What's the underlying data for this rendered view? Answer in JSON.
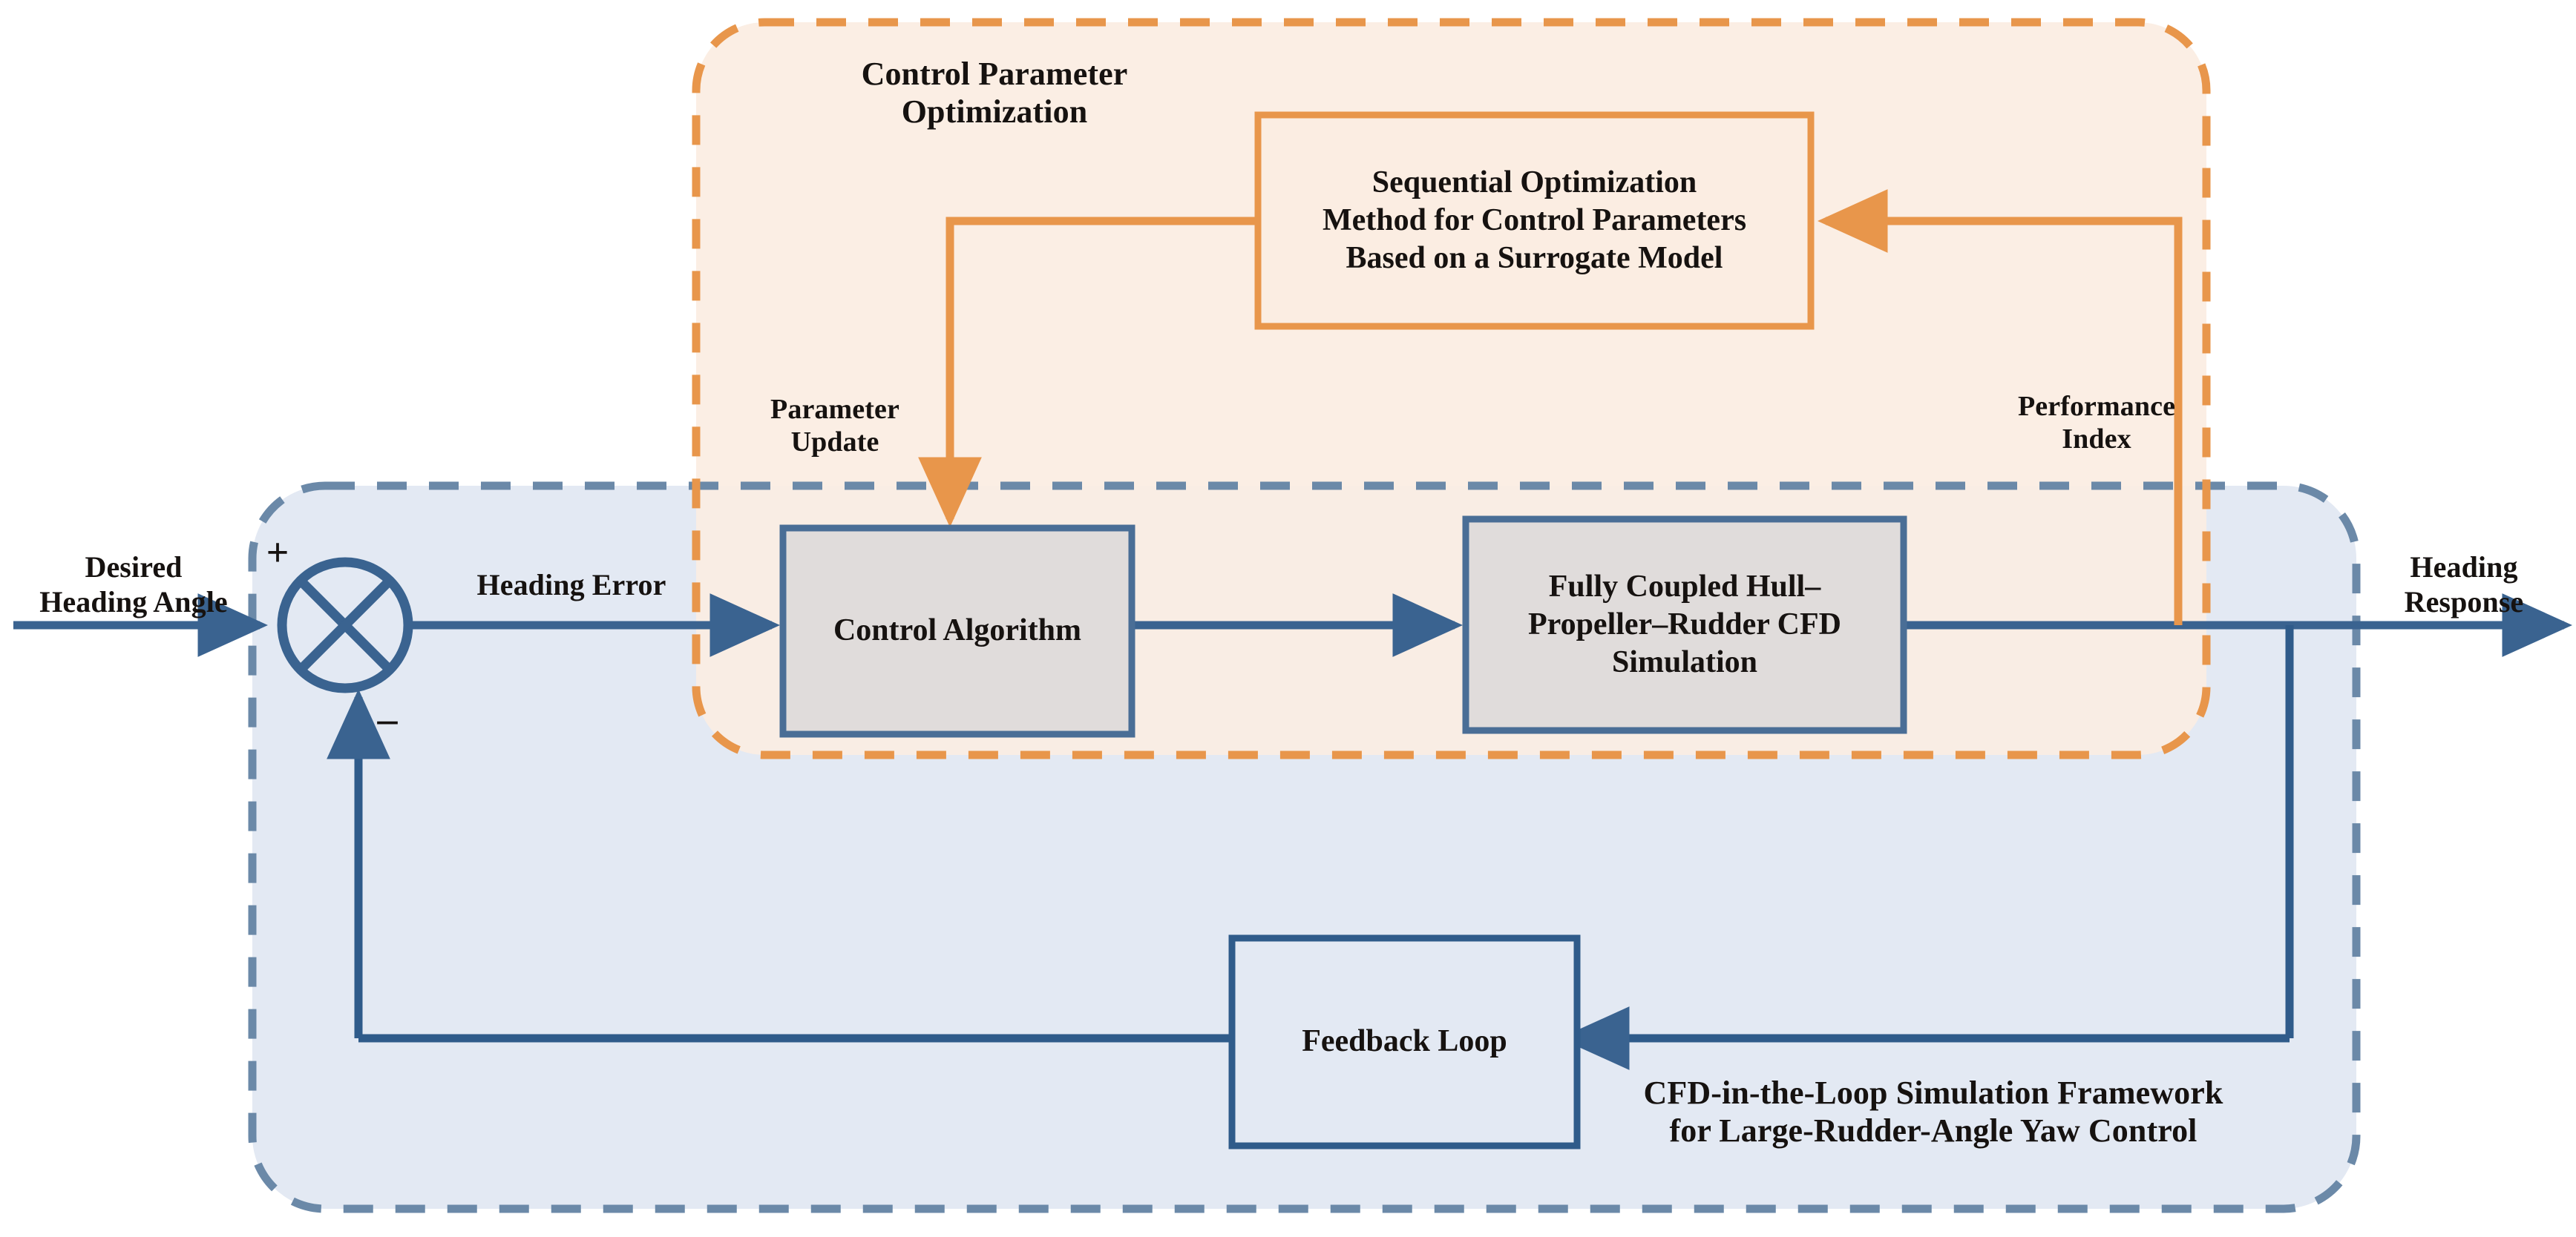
{
  "diagram": {
    "title": "CFD-in-the-Loop Simulation Framework for Large-Rudder-Angle Yaw Control",
    "containers": {
      "optimization": {
        "label_line1": "Control Parameter",
        "label_line2": "Optimization",
        "border_color": "#E8964B",
        "fill_color": "#FBEDE2"
      },
      "framework": {
        "label_line1": "CFD-in-the-Loop Simulation Framework",
        "label_line2": "for Large-Rudder-Angle Yaw Control",
        "border_color": "#6B89A8",
        "fill_color": "#E3E9F3"
      }
    },
    "blocks": {
      "surrogate": {
        "line1": "Sequential Optimization",
        "line2": "Method for Control Parameters",
        "line3": "Based on a Surrogate Model",
        "border_color": "#E8964B",
        "fill_color": "#FBEDE2"
      },
      "control_algorithm": {
        "line1": "Control Algorithm",
        "border_color": "#4A6E96",
        "fill_color": "#E0DCDB"
      },
      "cfd": {
        "line1": "Fully Coupled Hull–",
        "line2": "Propeller–Rudder CFD",
        "line3": "Simulation",
        "border_color": "#4A6E96",
        "fill_color": "#E0DCDB"
      },
      "feedback": {
        "line1": "Feedback Loop",
        "border_color": "#2F5B8A",
        "fill_color": "#E3E9F3"
      }
    },
    "signals": {
      "desired_heading_line1": "Desired",
      "desired_heading_line2": "Heading Angle",
      "heading_error": "Heading Error",
      "heading_response_line1": "Heading",
      "heading_response_line2": "Response",
      "parameter_update_line1": "Parameter",
      "parameter_update_line2": "Update",
      "performance_index_line1": "Performance",
      "performance_index_line2": "Index",
      "plus_sign": "+",
      "minus_sign": "–"
    },
    "colors": {
      "signal_line": "#2F5B8A",
      "optimization_line": "#E8964B",
      "text": "#161210"
    }
  }
}
